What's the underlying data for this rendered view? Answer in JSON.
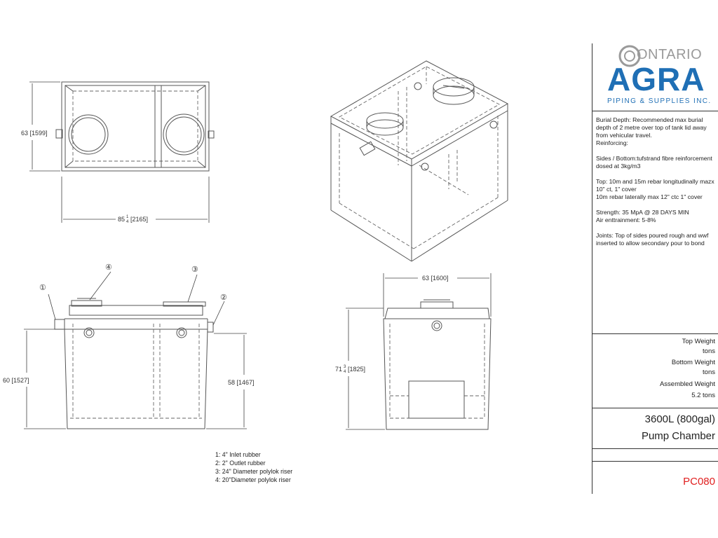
{
  "brand": {
    "top": "ONTARIO",
    "main": "AGRA",
    "sub": "PIPING & SUPPLIES INC.",
    "colors": {
      "blue": "#1f6fb5",
      "gray": "#9a9a9a"
    }
  },
  "notes": {
    "burial": "Burial Depth: Recommended max burial depth of 2 metre over top of tank lid away from vehicular travel.",
    "reinforcing": "Reinforcing:",
    "sides": "Sides / Bottom:tufstrand fibre reinforcement dosed at 3kg/m3",
    "top1": "Top: 10m and 15m rebar longitudinally mazx 10\" ct, 1\" cover",
    "top2": "10m rebar laterally max 12\" ctc 1\" cover",
    "strength": "Strength: 35 MpA @ 28 DAYS MIN",
    "air": "Air enttrainment: 5-8%",
    "joints": "Joints: Top of sides poured rough and wwf inserted to allow secondary pour to bond"
  },
  "weights": {
    "top_label": "Top Weight",
    "top_unit": "tons",
    "bottom_label": "Bottom Weight",
    "bottom_unit": "tons",
    "assembled_label": "Assembled Weight",
    "assembled_value": "5.2 tons"
  },
  "product": {
    "capacity": "3600L (800gal)",
    "name": "Pump Chamber",
    "code": "PC080",
    "code_color": "#e02020"
  },
  "dimensions": {
    "top_width": "63 [1599]",
    "top_length_whole": "85",
    "top_length_frac_num": "1",
    "top_length_frac_den": "4",
    "top_length_mm": "[2165]",
    "front_left": "60 [1527]",
    "front_right": "58 [1467]",
    "side_width": "63 [1600]",
    "side_height_whole": "71",
    "side_height_frac_num": "3",
    "side_height_frac_den": "4",
    "side_height_mm": "[1825]"
  },
  "callouts": {
    "c1": "①",
    "c2": "②",
    "c3": "③",
    "c4": "④"
  },
  "legend": [
    "1: 4\" Inlet rubber",
    "2: 2\" Outlet rubber",
    "3: 24\" Diameter polylok riser",
    "4: 20\"Diameter polylok riser"
  ]
}
